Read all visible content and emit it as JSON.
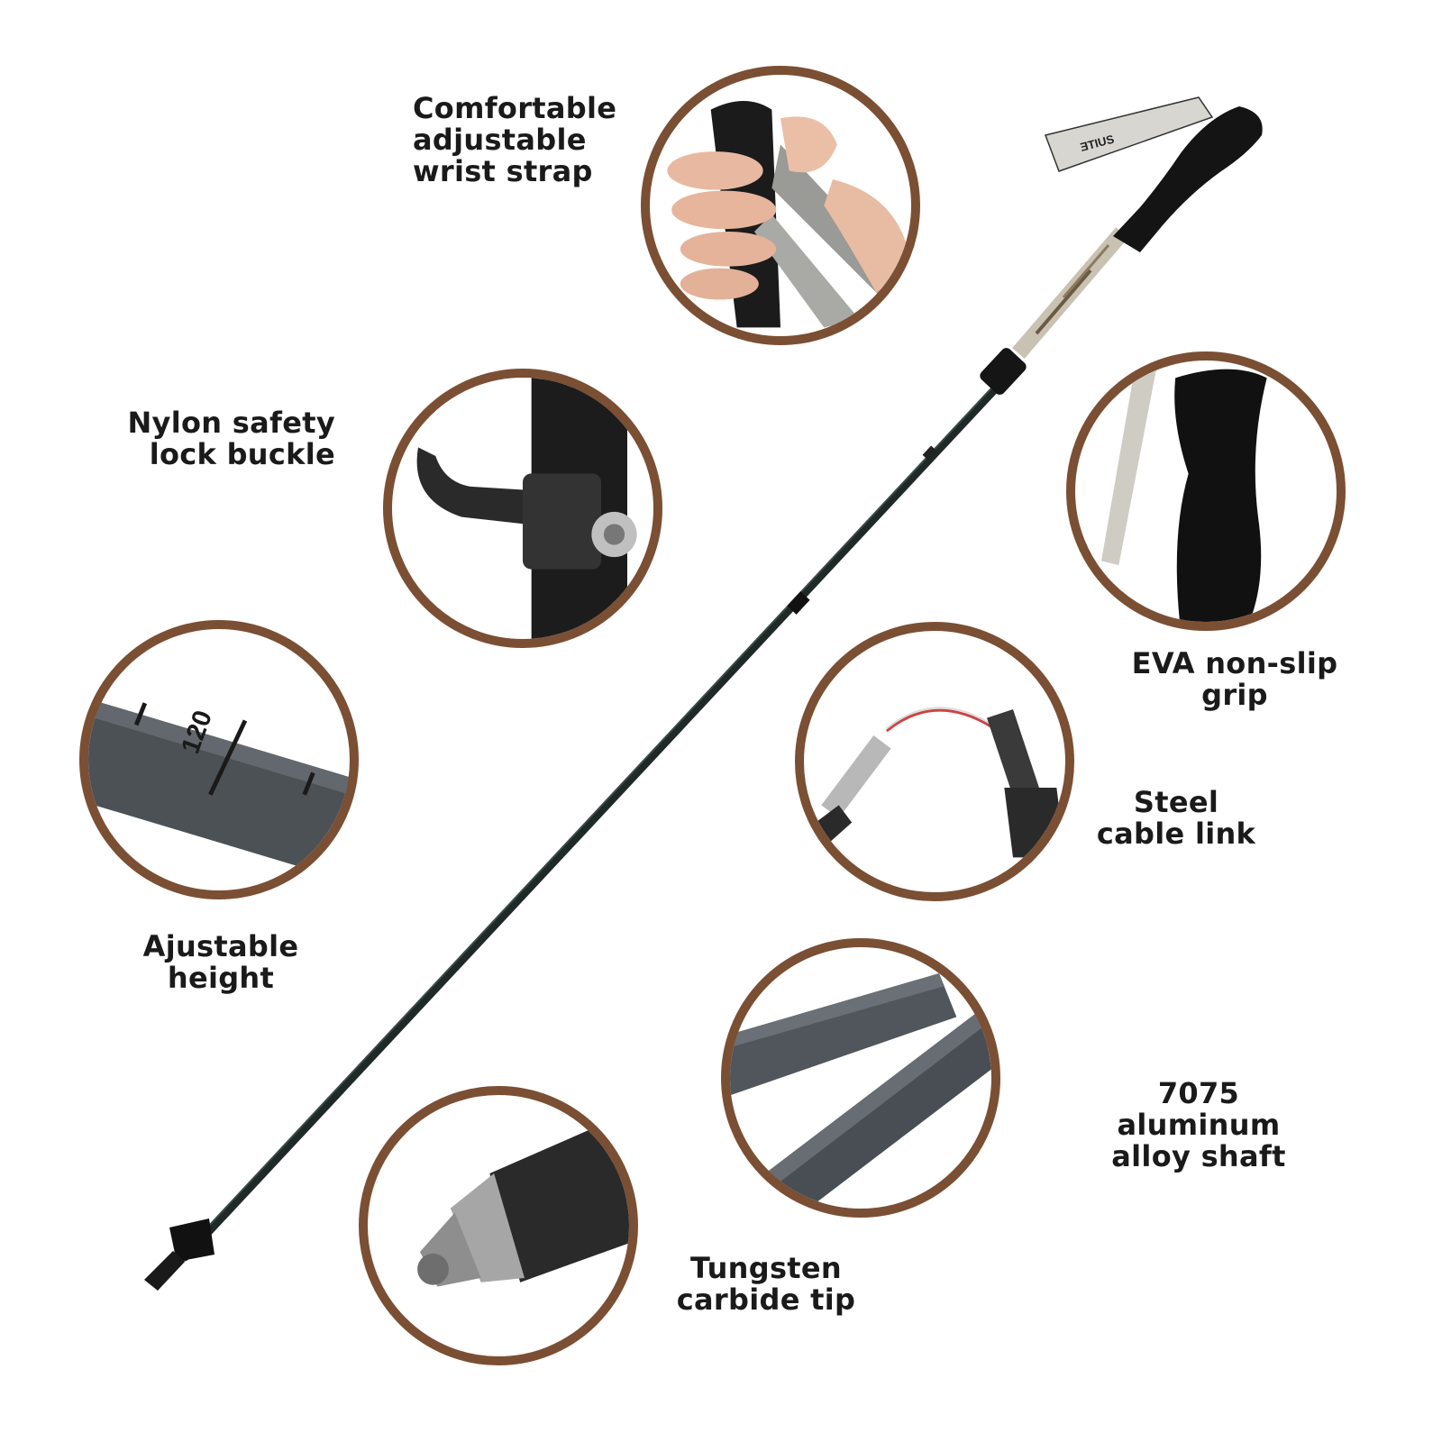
{
  "product": {
    "type": "trekking pole feature infographic",
    "accent_color": "#7b4f33",
    "text_color": "#1a1a1a",
    "strap_brand_text": "ƎTIUS"
  },
  "features": [
    {
      "id": "wrist-strap",
      "lines": [
        "Comfortable",
        "adjustable",
        "wrist strap"
      ]
    },
    {
      "id": "lock-buckle",
      "lines": [
        "Nylon safety",
        "lock buckle"
      ]
    },
    {
      "id": "eva-grip",
      "lines": [
        "EVA non-slip",
        "grip"
      ]
    },
    {
      "id": "adjustable-height",
      "lines": [
        "Ajustable",
        "height"
      ],
      "scale_marking": "120"
    },
    {
      "id": "cable-link",
      "lines": [
        "Steel",
        "cable link"
      ]
    },
    {
      "id": "alloy-shaft",
      "lines": [
        "7075",
        "aluminum",
        "alloy shaft"
      ]
    },
    {
      "id": "carbide-tip",
      "lines": [
        "Tungsten",
        "carbide tip"
      ]
    }
  ]
}
